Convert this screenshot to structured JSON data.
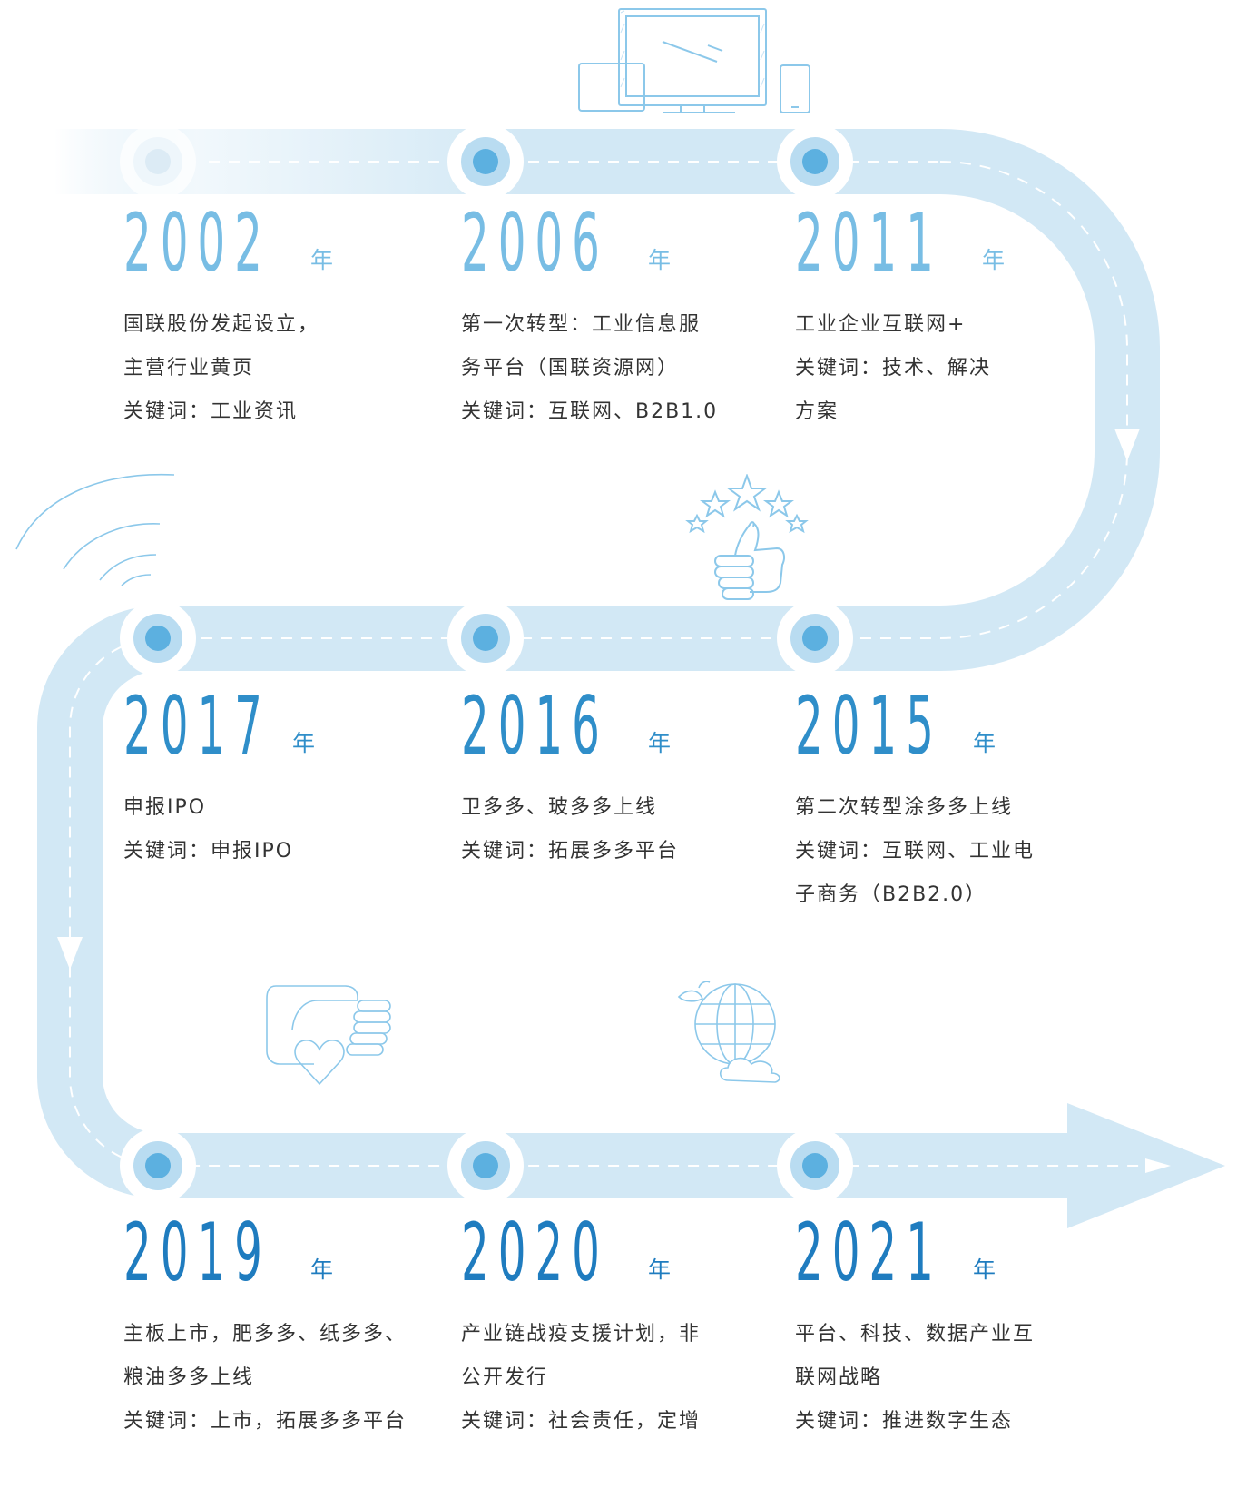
{
  "colors": {
    "road": "#d2e8f5",
    "year_primary": "#2f8ec9",
    "year_faded": "#78bde4",
    "dot": "#5cb0e0",
    "text": "#333333"
  },
  "icons": [
    "monitor-devices-icon",
    "thumbs-up-stars-icon",
    "signal-waves-icon",
    "hand-heart-icon",
    "globe-cloud-icon"
  ],
  "milestones": [
    {
      "year": "2002",
      "suffix": "年",
      "lines": [
        "国联股份发起设立，",
        "主营行业黄页",
        "关键词：工业资讯"
      ]
    },
    {
      "year": "2006",
      "suffix": "年",
      "lines": [
        "第一次转型：工业信息服",
        "务平台（国联资源网）",
        "关键词：互联网、B2B1.0"
      ]
    },
    {
      "year": "2011",
      "suffix": "年",
      "lines": [
        "工业企业互联网+",
        "关键词：技术、解决",
        "方案"
      ]
    },
    {
      "year": "2017",
      "suffix": "年",
      "lines": [
        "申报IPO",
        "关键词：申报IPO"
      ]
    },
    {
      "year": "2016",
      "suffix": "年",
      "lines": [
        "卫多多、玻多多上线",
        "关键词：拓展多多平台"
      ]
    },
    {
      "year": "2015",
      "suffix": "年",
      "lines": [
        "第二次转型涂多多上线",
        "关键词：互联网、工业电",
        "子商务（B2B2.0）"
      ]
    },
    {
      "year": "2019",
      "suffix": "年",
      "lines": [
        "主板上市，肥多多、纸多多、",
        "粮油多多上线",
        "关键词：上市，拓展多多平台"
      ]
    },
    {
      "year": "2020",
      "suffix": "年",
      "lines": [
        "产业链战疫支援计划，非",
        "公开发行",
        "关键词：社会责任，定增"
      ]
    },
    {
      "year": "2021",
      "suffix": "年",
      "lines": [
        "平台、科技、数据产业互",
        "联网战略",
        "关键词：推进数字生态"
      ]
    }
  ]
}
